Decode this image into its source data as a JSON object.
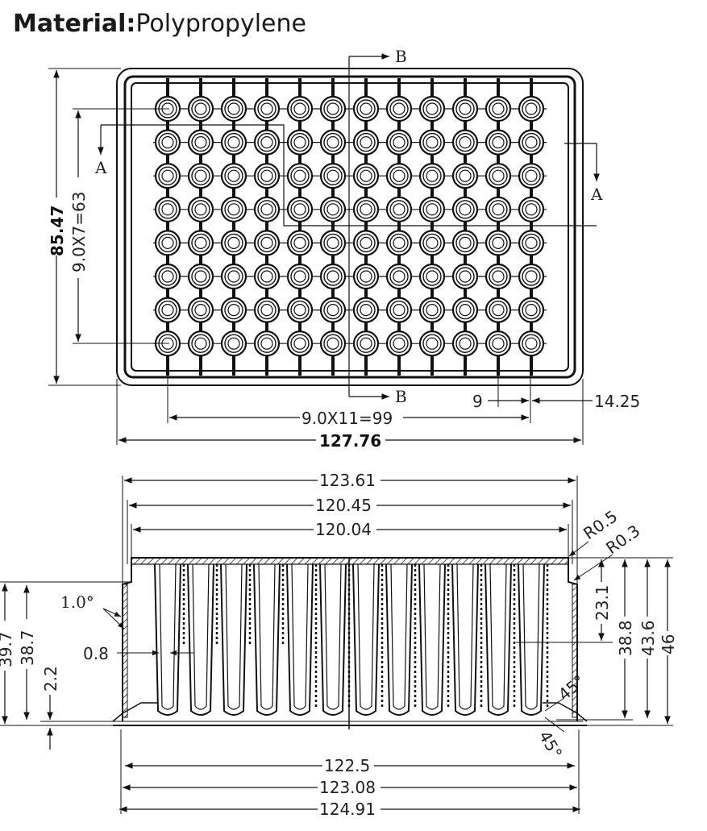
{
  "header": {
    "label": "Material:",
    "value": "Polypropylene"
  },
  "top_view": {
    "section_a": "A",
    "section_b": "B",
    "dim_length": "127.76",
    "dim_width": "85.47",
    "dim_row_pitch": "9.0X7=63",
    "dim_col_pitch": "9.0X11=99",
    "dim_pitch": "9",
    "dim_offset": "14.25"
  },
  "side_view": {
    "dim_top_outer": "123.61",
    "dim_top_mid": "120.45",
    "dim_top_inner": "120.04",
    "r_outer": "R0.5",
    "r_inner": "R0.3",
    "draft_angle": "1.0°",
    "wall": "0.8",
    "h_39_7": "39.7",
    "h_38_7": "38.7",
    "h_2_2": "2.2",
    "h_23_1": "23.1",
    "h_38_8": "38.8",
    "h_43_6": "43.6",
    "h_46": "46",
    "chamfer_top": "45°",
    "chamfer_bottom": "45°",
    "dim_base_inner": "122.5",
    "dim_base_mid": "123.08",
    "dim_base_outer": "124.91"
  }
}
